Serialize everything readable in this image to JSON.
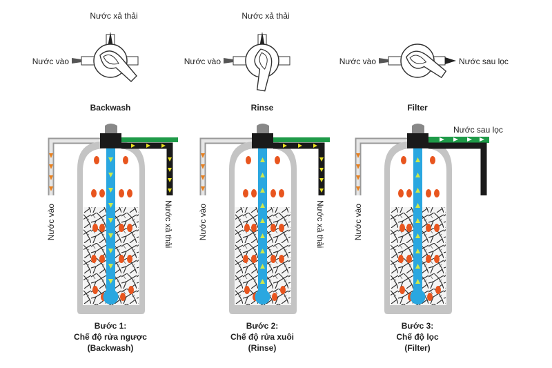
{
  "panels": [
    {
      "mode": "Backwash",
      "valve_labels": {
        "top": "Nước xả thải",
        "left": "Nước vào",
        "right": ""
      },
      "inlet_label": "Nước vào",
      "outlet_label": "Nước xả thải",
      "outlet_type": "waste",
      "step": "Bước 1:",
      "title": "Chế độ rửa ngược",
      "subtitle": "(Backwash)"
    },
    {
      "mode": "Rinse",
      "valve_labels": {
        "top": "Nước xả thải",
        "left": "Nước vào",
        "right": ""
      },
      "inlet_label": "Nước vào",
      "outlet_label": "Nước xả thải",
      "outlet_type": "waste",
      "step": "Bước 2:",
      "title": "Chế độ rửa xuôi",
      "subtitle": "(Rinse)"
    },
    {
      "mode": "Filter",
      "valve_labels": {
        "top": "",
        "left": "Nước vào",
        "right": "Nước sau lọc"
      },
      "inlet_label": "Nước vào",
      "outlet_label": "Nước sau lọc",
      "outlet_type": "filtered",
      "step": "Bước 3:",
      "title": "Chế độ lọc",
      "subtitle": "(Filter)"
    }
  ],
  "colors": {
    "tube": "#2aa7e0",
    "green_pipe": "#1e9a48",
    "arrow": "#e8e020",
    "particle": "#e8551e",
    "tank": "#c4c4c4"
  }
}
